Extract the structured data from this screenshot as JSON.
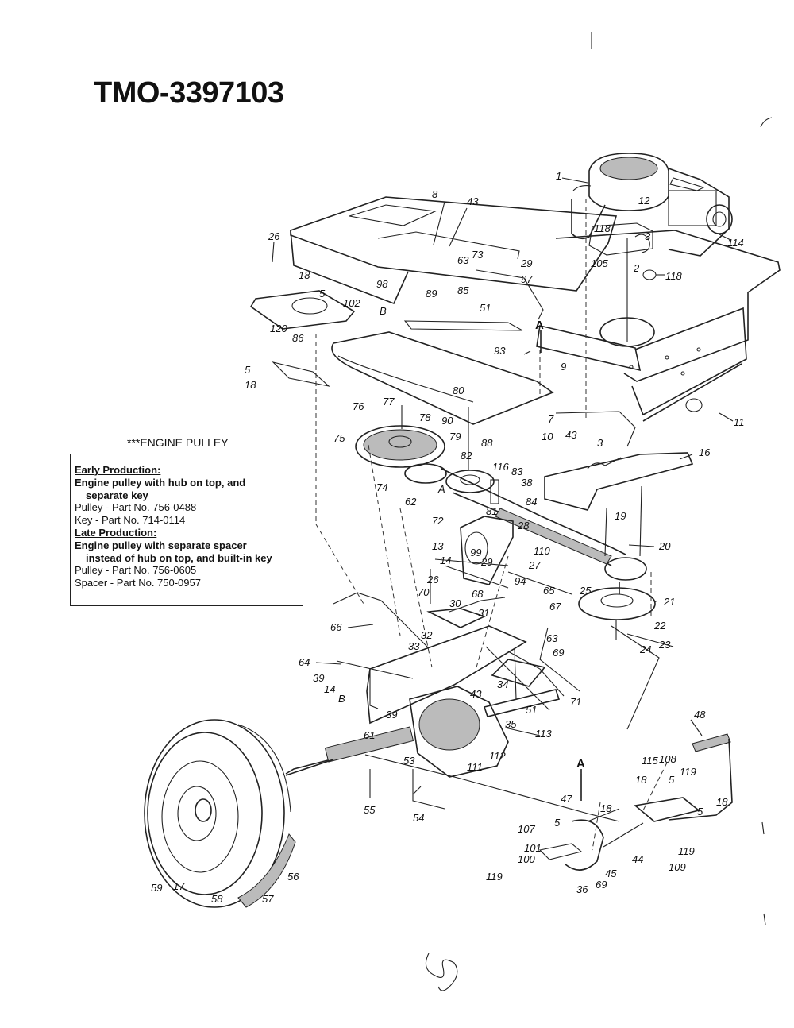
{
  "title": "TMO-3397103",
  "note": {
    "heading": "***ENGINE PULLEY",
    "early_heading": "Early Production:",
    "early_desc_1": "Engine pulley with hub on top, and",
    "early_desc_2": "separate key",
    "early_pulley": "Pulley - Part No. 756-0488",
    "early_key": "Key - Part No. 714-0114",
    "late_heading": "Late Production:",
    "late_desc_1": "Engine pulley with separate spacer",
    "late_desc_2": "instead of hub on top, and built-in key",
    "late_pulley": "Pulley - Part No. 756-0605",
    "late_spacer": "Spacer - Part No. 750-0957"
  },
  "callouts": {
    "c1": "1",
    "c12": "12",
    "c118a": "118",
    "c3": "3",
    "c114": "114",
    "c2": "2",
    "c118b": "118",
    "c105": "105",
    "c8": "8",
    "c43a": "43",
    "c26a": "26",
    "c18a": "18",
    "c5a": "5",
    "c98": "98",
    "c89": "89",
    "c85": "85",
    "c73": "73",
    "c63a": "63",
    "c29a": "29",
    "c97": "97",
    "c51a": "51",
    "c102": "102",
    "cB1": "B",
    "c120": "120",
    "c86": "86",
    "c5b": "5",
    "c18b": "18",
    "cA1": "A",
    "c93": "93",
    "c9": "9",
    "c11": "11",
    "c77": "77",
    "c76": "76",
    "c78": "78",
    "c80": "80",
    "c90": "90",
    "c88": "88",
    "c7": "7",
    "c10": "10",
    "c43b": "43",
    "c3b": "3",
    "c16": "16",
    "c75": "75",
    "c79": "79",
    "c82": "82",
    "c116": "116",
    "c83": "83",
    "c74": "74",
    "c62": "62",
    "cA2": "A",
    "c38": "38",
    "c84": "84",
    "c81": "81",
    "c72": "72",
    "c19": "19",
    "c20": "20",
    "c28": "28",
    "c110": "110",
    "c99": "99",
    "c13": "13",
    "c14a": "14",
    "c29b": "29",
    "c27": "27",
    "c94": "94",
    "c26b": "26",
    "c68": "68",
    "c65a": "65",
    "c25": "25",
    "c21": "21",
    "c70": "70",
    "c30": "30",
    "c31": "31",
    "c67": "67",
    "c22": "22",
    "c23": "23",
    "c24": "24",
    "c66": "66",
    "c32": "32",
    "c63b": "63",
    "c69a": "69",
    "c33": "33",
    "c64": "64",
    "c39a": "39",
    "c14b": "14",
    "cB2": "B",
    "c34": "34",
    "c43c": "43",
    "c71": "71",
    "c39b": "39",
    "c51b": "51",
    "c35": "35",
    "c113": "113",
    "c61": "61",
    "c53": "53",
    "c112": "112",
    "c111": "111",
    "c48": "48",
    "cA3": "A",
    "c115": "115",
    "c108": "108",
    "c119a": "119",
    "c18c": "18",
    "c5c": "5",
    "c55": "55",
    "c54": "54",
    "c47": "47",
    "c18d": "18",
    "c5d": "5",
    "c107": "107",
    "c5e": "5",
    "c18e": "18",
    "c119b": "119",
    "c101": "101",
    "c100": "100",
    "c119c": "119",
    "c44": "44",
    "c109": "109",
    "c45": "45",
    "c69b": "69",
    "c36": "36",
    "c59": "59",
    "c17": "17",
    "c58": "58",
    "c57": "57",
    "c56": "56"
  }
}
